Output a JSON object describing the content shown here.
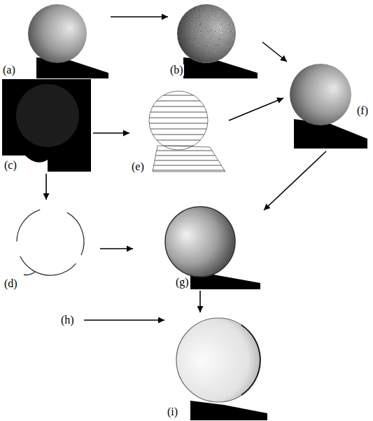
{
  "diagram": {
    "nodes": [
      {
        "text": [
          "(a)"
        ]
      },
      {
        "text": [
          "(b)"
        ]
      },
      {
        "text": [
          "(c)"
        ]
      },
      {
        "text": [
          "(d)"
        ]
      },
      {
        "text": [
          "(e)"
        ]
      },
      {
        "text": [
          "(f)"
        ]
      },
      {
        "text": [
          "(g)"
        ]
      },
      {
        "text": [
          "(h)"
        ]
      },
      {
        "text": [
          "(i)"
        ]
      }
    ],
    "edges": [
      {
        "from": 0,
        "to": 1,
        "arrow": "to"
      },
      {
        "from": 1,
        "to": 5,
        "arrow": "to"
      },
      {
        "from": 2,
        "to": 4,
        "arrow": "to"
      },
      {
        "from": 4,
        "to": 5,
        "arrow": "to"
      },
      {
        "from": 2,
        "to": 3,
        "arrow": "to"
      },
      {
        "from": 5,
        "to": 6,
        "arrow": "to"
      },
      {
        "from": 3,
        "to": 6,
        "arrow": "to"
      },
      {
        "from": 6,
        "to": 8,
        "arrow": "to"
      },
      {
        "from": 7,
        "to": 8,
        "arrow": "to"
      }
    ]
  }
}
